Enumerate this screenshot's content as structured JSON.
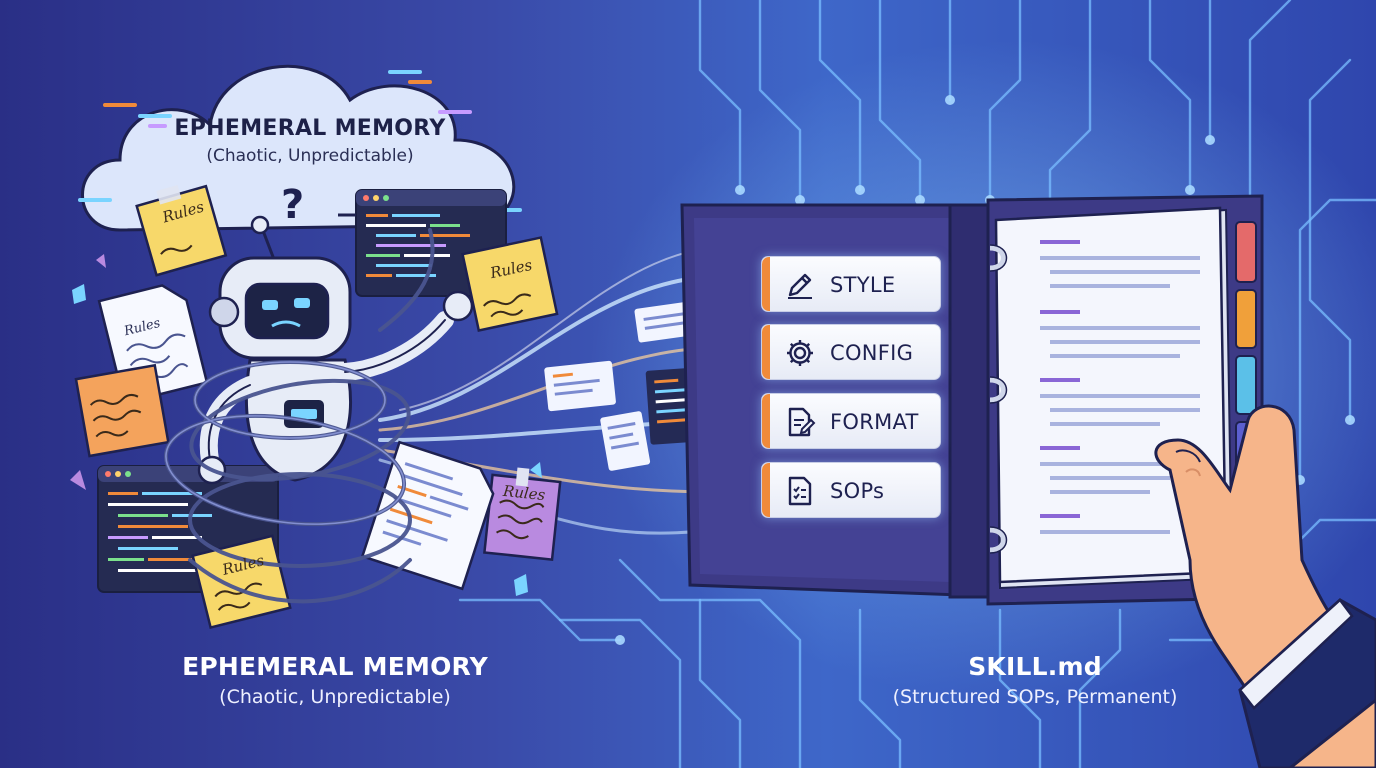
{
  "cloud": {
    "title": "EPHEMERAL MEMORY",
    "subtitle": "(Chaotic, Unpredictable)",
    "question_mark": "?"
  },
  "sticky_notes": [
    "Rules",
    "Rules",
    "Rules",
    "Rules",
    "Rules"
  ],
  "left_caption": {
    "title": "EPHEMERAL MEMORY",
    "subtitle": "(Chaotic, Unpredictable)"
  },
  "binder_tabs": [
    {
      "label": "STYLE",
      "icon": "pencil-icon"
    },
    {
      "label": "CONFIG",
      "icon": "gear-icon"
    },
    {
      "label": "FORMAT",
      "icon": "document-edit-icon"
    },
    {
      "label": "SOPs",
      "icon": "checklist-icon"
    }
  ],
  "right_caption": {
    "title": "SKILL.md",
    "subtitle": "(Structured SOPs, Permanent)"
  },
  "colors": {
    "background": "#27328a",
    "circuit": "#6fb6ff",
    "binder": "#3d3a86",
    "tab_accent": "#f08a3a",
    "sticky_yellow": "#f7d86a",
    "sticky_orange": "#f4a35c",
    "sticky_purple": "#b98ae0"
  }
}
